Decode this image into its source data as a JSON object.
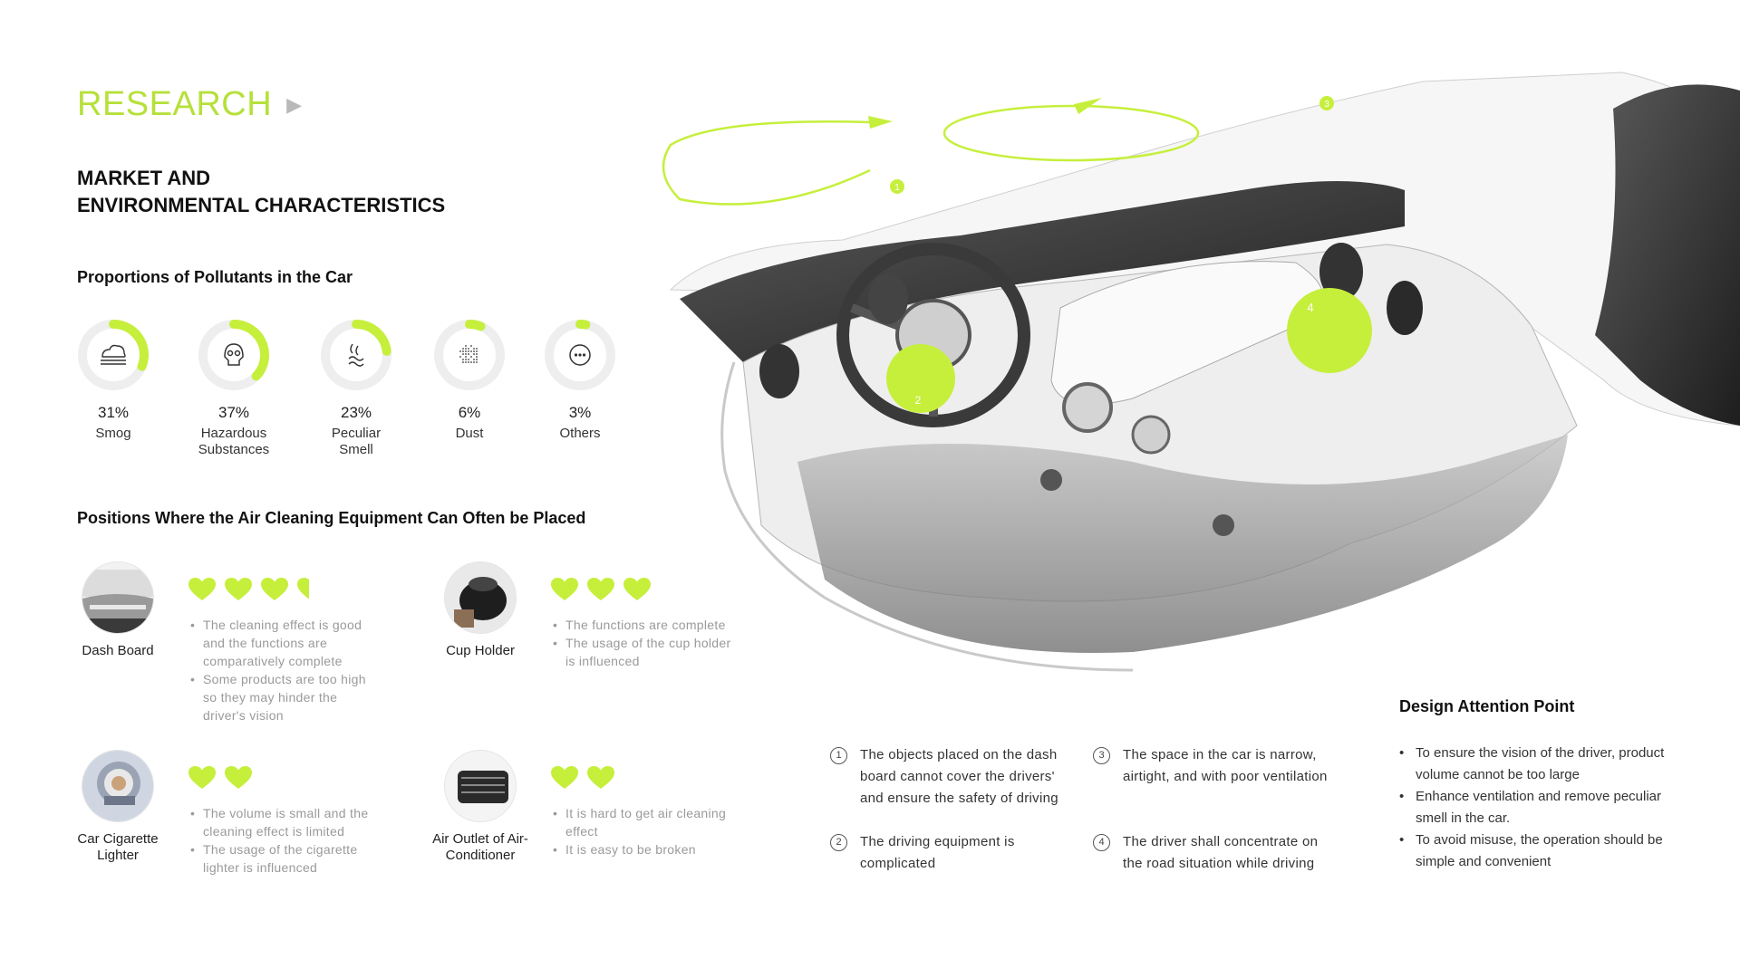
{
  "header": {
    "title": "RESEARCH",
    "subtitle_line1": "MARKET AND",
    "subtitle_line2": "ENVIRONMENTAL CHARACTERISTICS"
  },
  "pollutants": {
    "heading": "Proportions of Pollutants in the Car",
    "items": [
      {
        "pct": "31%",
        "label": "Smog",
        "value": 31,
        "icon": "smog-icon"
      },
      {
        "pct": "37%",
        "label": "Hazardous Substances",
        "value": 37,
        "icon": "skull-icon"
      },
      {
        "pct": "23%",
        "label": "Peculiar Smell",
        "value": 23,
        "icon": "smell-icon"
      },
      {
        "pct": "6%",
        "label": "Dust",
        "value": 6,
        "icon": "dust-icon"
      },
      {
        "pct": "3%",
        "label": "Others",
        "value": 3,
        "icon": "more-icon"
      }
    ]
  },
  "positions": {
    "heading": "Positions Where the Air Cleaning Equipment Can Often be Placed",
    "items": [
      {
        "label": "Dash Board",
        "hearts": 3.5,
        "bullets": [
          "The cleaning effect is good and the functions are comparatively complete",
          "Some products are too high so they may hinder the driver's vision"
        ]
      },
      {
        "label": "Cup Holder",
        "hearts": 3,
        "bullets": [
          "The functions are complete",
          "The usage of the cup holder is influenced"
        ]
      },
      {
        "label": "Car Cigarette Lighter",
        "hearts": 2,
        "bullets": [
          "The volume is small and the cleaning effect is limited",
          "The usage of the cigarette lighter is influenced"
        ]
      },
      {
        "label": "Air Outlet of Air-Conditioner",
        "hearts": 2,
        "bullets": [
          "It is hard to get air cleaning effect",
          "It is easy to be broken"
        ]
      }
    ]
  },
  "markers": [
    "1",
    "2",
    "3",
    "4"
  ],
  "notes": [
    {
      "num": "1",
      "text": "The objects placed on the dash board cannot cover the drivers' and ensure the safety of driving"
    },
    {
      "num": "2",
      "text": "The driving equipment is complicated"
    },
    {
      "num": "3",
      "text": "The space in the car is narrow, airtight, and with poor ventilation"
    },
    {
      "num": "4",
      "text": "The driver shall concentrate on the road situation while driving"
    }
  ],
  "design_attention": {
    "title": "Design Attention Point",
    "items": [
      "To ensure the vision of the driver, product volume cannot be too large",
      "Enhance ventilation and remove peculiar smell in the car.",
      "To avoid misuse, the operation should be simple and convenient"
    ]
  },
  "colors": {
    "accent": "#c6ef3c",
    "track": "#eeeeee",
    "muted": "#9a9a9a"
  }
}
